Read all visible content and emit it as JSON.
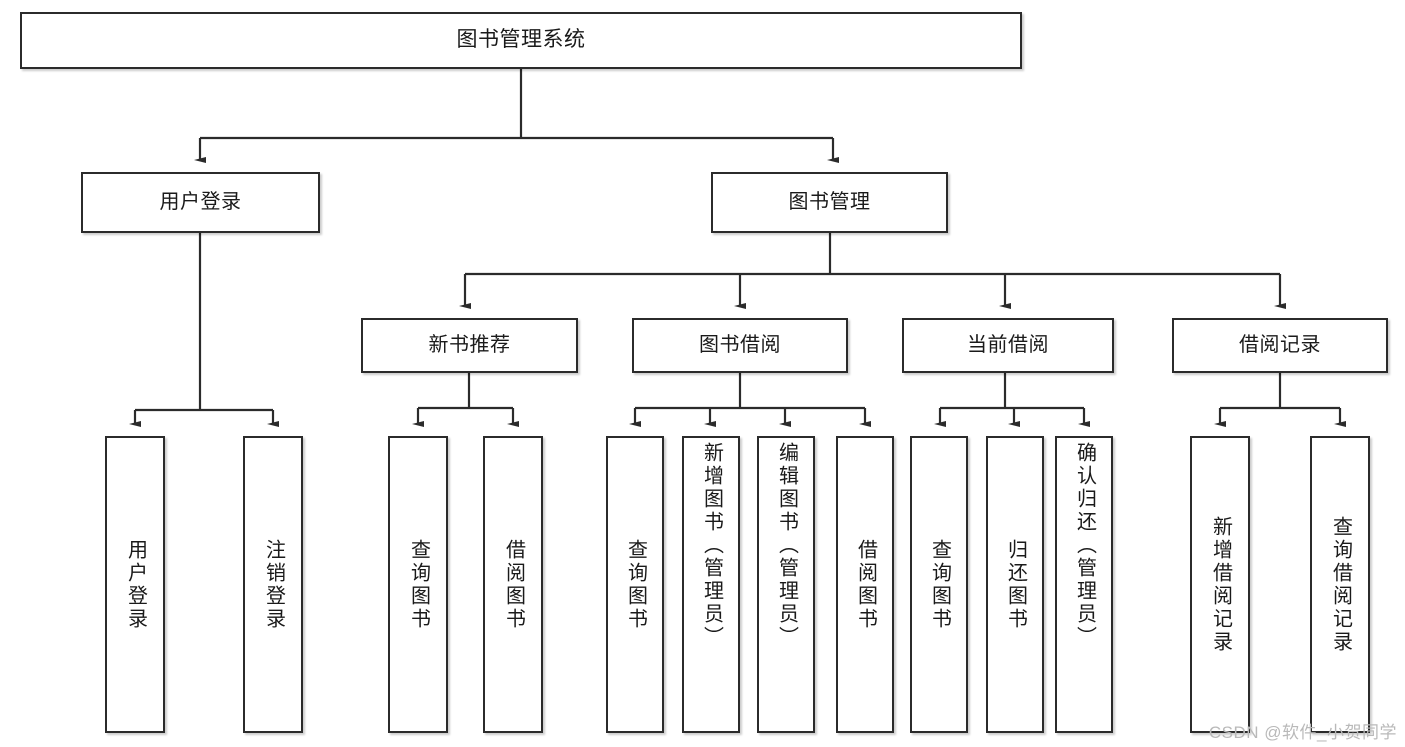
{
  "diagram": {
    "title": "图书管理系统",
    "type": "tree-hierarchy",
    "watermark": "CSDN @软件_小贺同学",
    "colors": {
      "box_border": "#2b2b2b",
      "box_fill": "#ffffff",
      "line": "#2b2b2b",
      "text": "#1a1a1a",
      "watermark": "#b9b9b9"
    },
    "nodes": {
      "root": {
        "label": "图书管理系统"
      },
      "level2": [
        {
          "label": "用户登录"
        },
        {
          "label": "图书管理"
        }
      ],
      "level3": [
        {
          "label": "新书推荐"
        },
        {
          "label": "图书借阅"
        },
        {
          "label": "当前借阅"
        },
        {
          "label": "借阅记录"
        }
      ],
      "leaves": {
        "user_login": [
          {
            "label": "用户登录"
          },
          {
            "label": "注销登录"
          }
        ],
        "new_book_recommend": [
          {
            "label": "查询图书"
          },
          {
            "label": "借阅图书"
          }
        ],
        "book_borrow": [
          {
            "label": "查询图书"
          },
          {
            "label": "新增图书（管理员）"
          },
          {
            "label": "编辑图书（管理员）"
          },
          {
            "label": "借阅图书"
          }
        ],
        "current_borrow": [
          {
            "label": "查询图书"
          },
          {
            "label": "归还图书"
          },
          {
            "label": "确认归还（管理员）"
          }
        ],
        "borrow_record": [
          {
            "label": "新增借阅记录"
          },
          {
            "label": "查询借阅记录"
          }
        ]
      }
    }
  }
}
